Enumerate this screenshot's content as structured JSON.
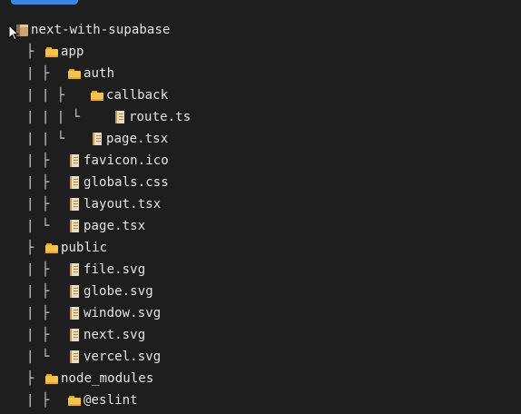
{
  "tree": {
    "rows": [
      {
        "label": "next-with-supabase",
        "icon": "package-icon",
        "guide": ""
      },
      {
        "label": "app",
        "icon": "folder-icon",
        "guide": "├"
      },
      {
        "label": "auth",
        "icon": "folder-icon",
        "guide": "|  ├"
      },
      {
        "label": "callback",
        "icon": "folder-icon",
        "guide": "|  |  ├"
      },
      {
        "label": "route.ts",
        "icon": "file-icon",
        "guide": "|  |  |  └"
      },
      {
        "label": "page.tsx",
        "icon": "file-icon",
        "guide": "|  |  └"
      },
      {
        "label": "favicon.ico",
        "icon": "file-icon",
        "guide": "|  ├"
      },
      {
        "label": "globals.css",
        "icon": "file-icon",
        "guide": "|  ├"
      },
      {
        "label": "layout.tsx",
        "icon": "file-icon",
        "guide": "|  ├"
      },
      {
        "label": "page.tsx",
        "icon": "file-icon",
        "guide": "|  └"
      },
      {
        "label": "public",
        "icon": "folder-icon",
        "guide": "├"
      },
      {
        "label": "file.svg",
        "icon": "file-icon",
        "guide": "|  ├"
      },
      {
        "label": "globe.svg",
        "icon": "file-icon",
        "guide": "|  ├"
      },
      {
        "label": "window.svg",
        "icon": "file-icon",
        "guide": "|  ├"
      },
      {
        "label": "next.svg",
        "icon": "file-icon",
        "guide": "|  ├"
      },
      {
        "label": "vercel.svg",
        "icon": "file-icon",
        "guide": "|  └"
      },
      {
        "label": "node_modules",
        "icon": "folder-icon",
        "guide": "├"
      },
      {
        "label": "@eslint",
        "icon": "folder-icon",
        "guide": "|  ├"
      }
    ]
  },
  "colors": {
    "background": "#1e1e1e",
    "text": "#e6e6e6",
    "guide": "#cfcfcf",
    "folder": "#f4c24f",
    "accent_button": "#3a86e8"
  }
}
